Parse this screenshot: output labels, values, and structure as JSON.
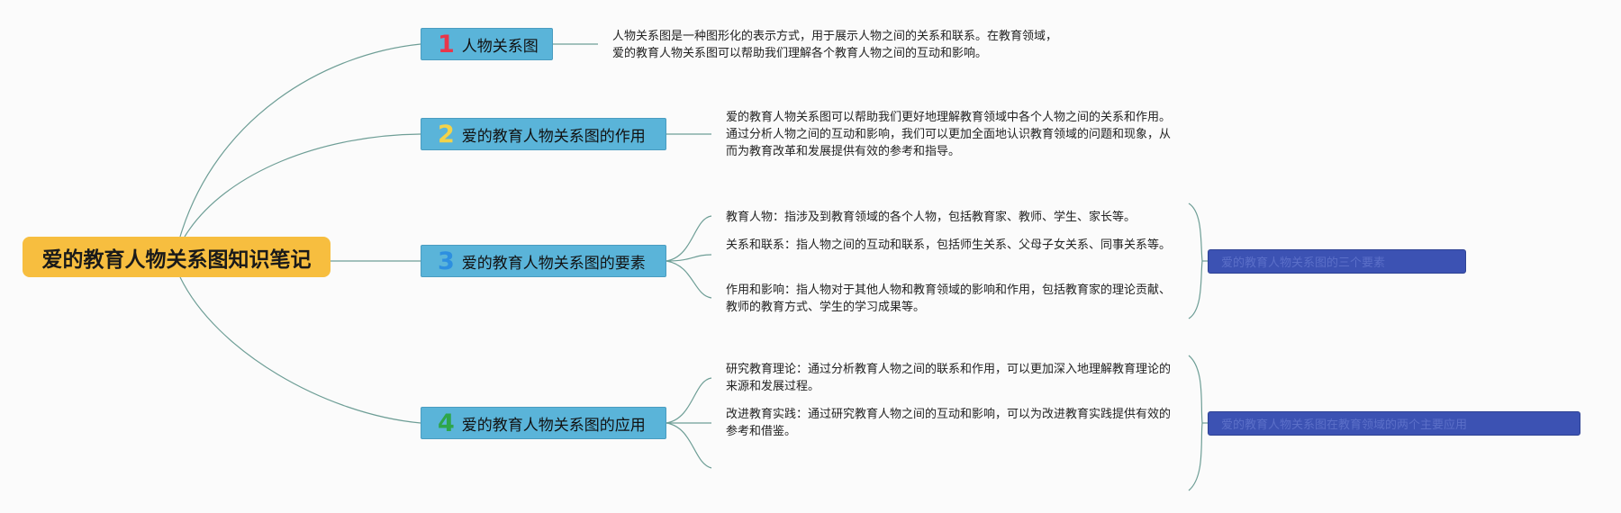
{
  "root": {
    "title": "爱的教育人物关系图知识笔记"
  },
  "topics": [
    {
      "num": "1",
      "num_color": "#e8364a",
      "label": "人物关系图"
    },
    {
      "num": "2",
      "num_color": "#f3d34a",
      "label": "爱的教育人物关系图的作用"
    },
    {
      "num": "3",
      "num_color": "#2d8fe0",
      "label": "爱的教育人物关系图的要素"
    },
    {
      "num": "4",
      "num_color": "#2ea64a",
      "label": "爱的教育人物关系图的应用"
    }
  ],
  "details": {
    "t1": "人物关系图是一种图形化的表示方式，用于展示人物之间的关系和联系。在教育领域，爱的教育人物关系图可以帮助我们理解各个教育人物之间的互动和影响。",
    "t2": "爱的教育人物关系图可以帮助我们更好地理解教育领域中各个人物之间的关系和作用。通过分析人物之间的互动和影响，我们可以更加全面地认识教育领域的问题和现象，从而为教育改革和发展提供有效的参考和指导。",
    "t3": [
      "教育人物：指涉及到教育领域的各个人物，包括教育家、教师、学生、家长等。",
      "关系和联系：指人物之间的互动和联系，包括师生关系、父母子女关系、同事关系等。",
      "作用和影响：指人物对于其他人物和教育领域的影响和作用，包括教育家的理论贡献、教师的教育方式、学生的学习成果等。"
    ],
    "t4": [
      "研究教育理论：通过分析教育人物之间的联系和作用，可以更加深入地理解教育理论的来源和发展过程。",
      "改进教育实践：通过研究教育人物之间的互动和影响，可以为改进教育实践提供有效的参考和借鉴。"
    ]
  },
  "summaries": {
    "s3": "爱的教育人物关系图的三个要素",
    "s4": "爱的教育人物关系图在教育领域的两个主要应用"
  },
  "colors": {
    "root_fill": "#f7be3f",
    "topic_fill": "#5ab4d9",
    "summary_fill": "#3c52b3",
    "connector": "#6e9e96"
  }
}
